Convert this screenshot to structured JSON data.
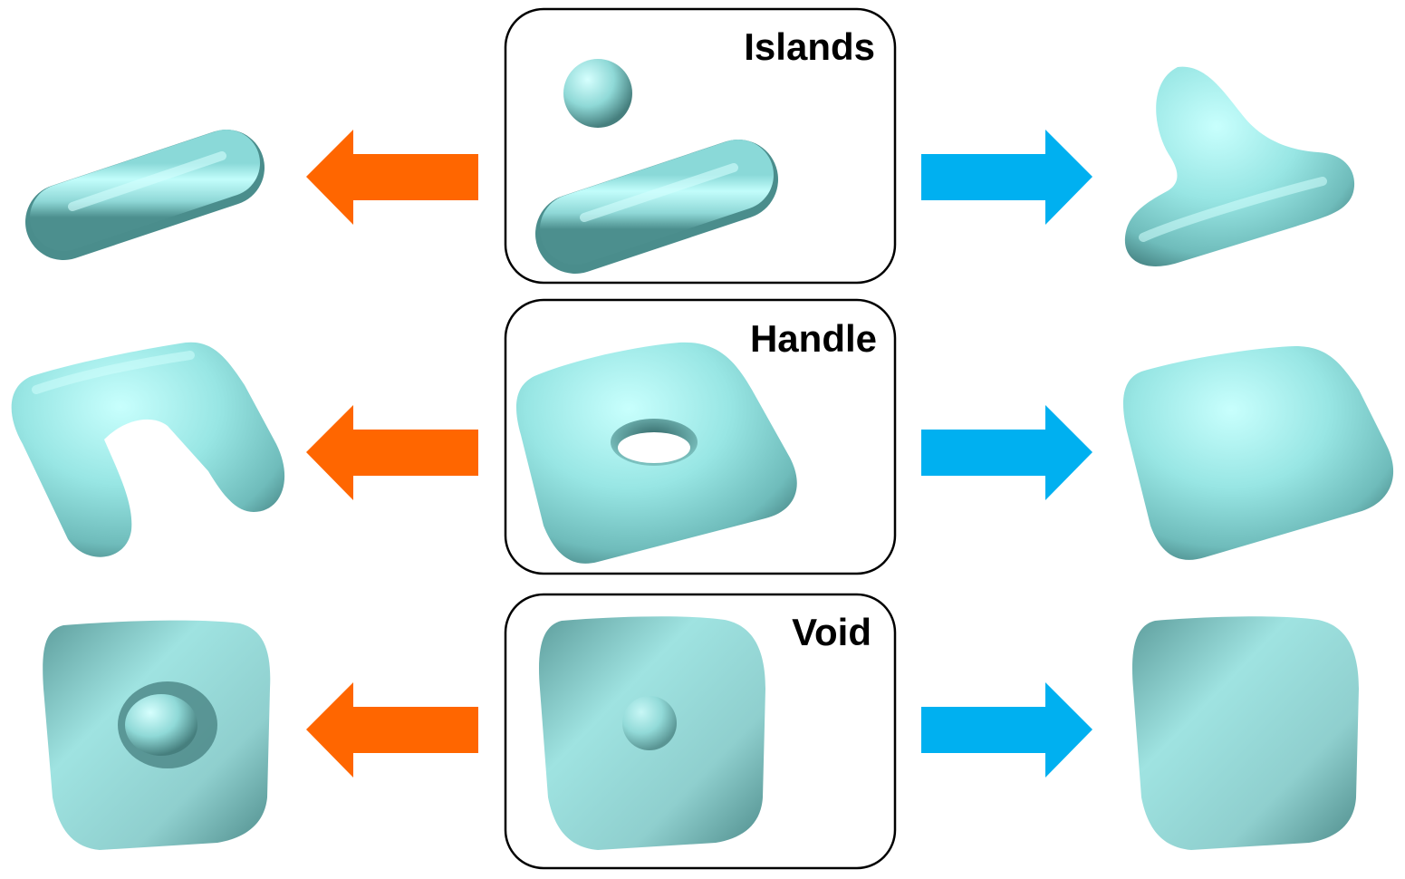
{
  "colors": {
    "shape_light": "#b8fbfa",
    "shape_mid": "#8ad9d8",
    "shape_dark": "#3f7a7a",
    "arrow_left": "#ff6600",
    "arrow_right": "#00b0f0",
    "panel_border": "#000000"
  },
  "rows": [
    {
      "label": "Islands",
      "left_arrow_icon": "orange-left-arrow-icon",
      "right_arrow_icon": "blue-right-arrow-icon"
    },
    {
      "label": "Handle",
      "left_arrow_icon": "orange-left-arrow-icon",
      "right_arrow_icon": "blue-right-arrow-icon"
    },
    {
      "label": "Void",
      "left_arrow_icon": "orange-left-arrow-icon",
      "right_arrow_icon": "blue-right-arrow-icon"
    }
  ]
}
